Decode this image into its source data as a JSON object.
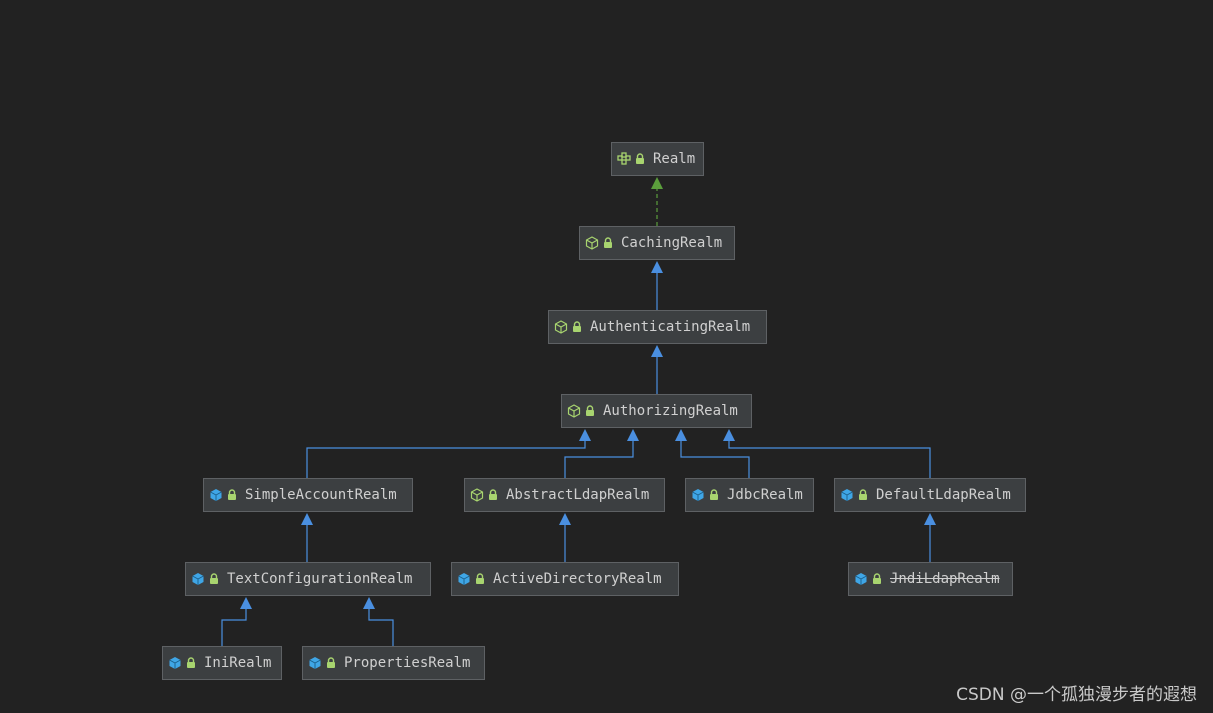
{
  "diagram": {
    "nodes": [
      {
        "id": "realm",
        "label": "Realm",
        "kind": "interface",
        "icon": "interface-icon",
        "deprecated": false
      },
      {
        "id": "caching",
        "label": "CachingRealm",
        "kind": "abstract-class",
        "icon": "abstract-class-icon",
        "deprecated": false
      },
      {
        "id": "authenticating",
        "label": "AuthenticatingRealm",
        "kind": "abstract-class",
        "icon": "abstract-class-icon",
        "deprecated": false
      },
      {
        "id": "authorizing",
        "label": "AuthorizingRealm",
        "kind": "abstract-class",
        "icon": "abstract-class-icon",
        "deprecated": false
      },
      {
        "id": "simpleaccount",
        "label": "SimpleAccountRealm",
        "kind": "class",
        "icon": "class-icon",
        "deprecated": false
      },
      {
        "id": "abstractldap",
        "label": "AbstractLdapRealm",
        "kind": "abstract-class",
        "icon": "abstract-class-icon",
        "deprecated": false
      },
      {
        "id": "jdbc",
        "label": "JdbcRealm",
        "kind": "class",
        "icon": "class-icon",
        "deprecated": false
      },
      {
        "id": "defaultldap",
        "label": "DefaultLdapRealm",
        "kind": "class",
        "icon": "class-icon",
        "deprecated": false
      },
      {
        "id": "textconfig",
        "label": "TextConfigurationRealm",
        "kind": "class",
        "icon": "class-icon",
        "deprecated": false
      },
      {
        "id": "activedirectory",
        "label": "ActiveDirectoryRealm",
        "kind": "class",
        "icon": "class-icon",
        "deprecated": false
      },
      {
        "id": "jndildap",
        "label": "JndiLdapRealm",
        "kind": "class",
        "icon": "class-icon",
        "deprecated": true
      },
      {
        "id": "ini",
        "label": "IniRealm",
        "kind": "class",
        "icon": "class-icon",
        "deprecated": false
      },
      {
        "id": "properties",
        "label": "PropertiesRealm",
        "kind": "class",
        "icon": "class-icon",
        "deprecated": false
      }
    ],
    "edges": [
      {
        "from": "caching",
        "to": "realm",
        "type": "implements"
      },
      {
        "from": "authenticating",
        "to": "caching",
        "type": "extends"
      },
      {
        "from": "authorizing",
        "to": "authenticating",
        "type": "extends"
      },
      {
        "from": "simpleaccount",
        "to": "authorizing",
        "type": "extends"
      },
      {
        "from": "abstractldap",
        "to": "authorizing",
        "type": "extends"
      },
      {
        "from": "jdbc",
        "to": "authorizing",
        "type": "extends"
      },
      {
        "from": "defaultldap",
        "to": "authorizing",
        "type": "extends"
      },
      {
        "from": "textconfig",
        "to": "simpleaccount",
        "type": "extends"
      },
      {
        "from": "activedirectory",
        "to": "abstractldap",
        "type": "extends"
      },
      {
        "from": "jndildap",
        "to": "defaultldap",
        "type": "extends"
      },
      {
        "from": "ini",
        "to": "textconfig",
        "type": "extends"
      },
      {
        "from": "properties",
        "to": "textconfig",
        "type": "extends"
      }
    ],
    "colors": {
      "background": "#222222",
      "node_fill": "#3c3f41",
      "node_border": "#5e6164",
      "text": "#d0d0d0",
      "extends_arrow": "#4a8fe0",
      "implements_arrow": "#5b9e3c",
      "interface_icon": "#a8d46f",
      "class_icon": "#3fa6e6",
      "lock_icon": "#a8d46f"
    }
  },
  "watermark": "CSDN @一个孤独漫步者的遐想"
}
